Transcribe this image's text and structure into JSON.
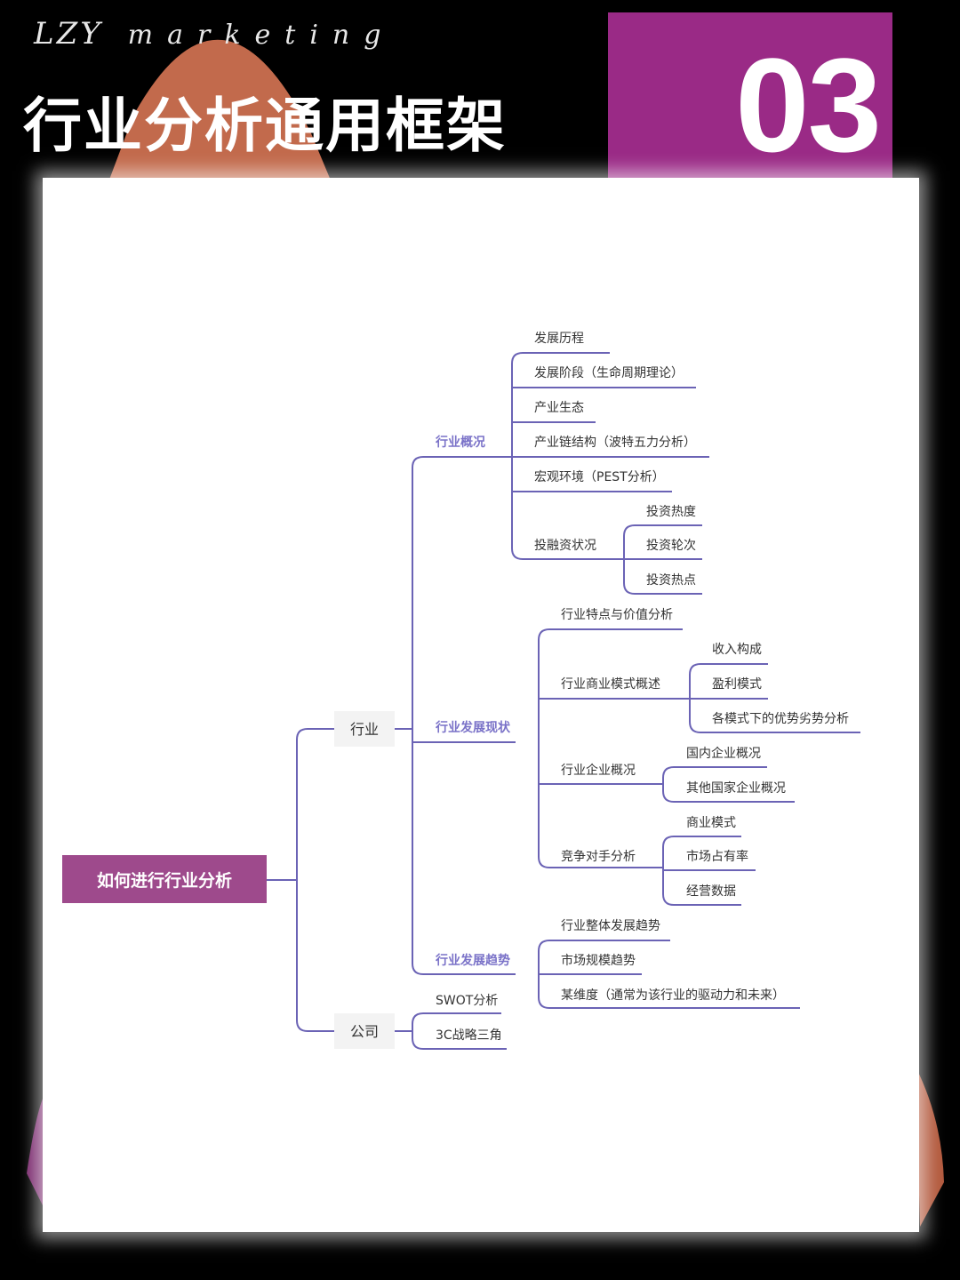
{
  "header": {
    "brand_left": "LZY",
    "brand_right": "marketing",
    "title": "行业分析通用框架",
    "number": "03"
  },
  "colors": {
    "accent": "#9a2a86",
    "root_box": "#9e4a8c",
    "line": "#6b63b5",
    "branch_label": "#7a72c8"
  },
  "mindmap": {
    "root": "如何进行行业分析",
    "l1_industry": "行业",
    "l1_company": "公司",
    "gaikuang": {
      "label": "行业概况",
      "items": [
        "发展历程",
        "发展阶段（生命周期理论）",
        "产业生态",
        "产业链结构（波特五力分析）",
        "宏观环境（PEST分析）"
      ],
      "finance": {
        "label": "投融资状况",
        "items": [
          "投资热度",
          "投资轮次",
          "投资热点"
        ]
      }
    },
    "xianzhuang": {
      "label": "行业发展现状",
      "tedian": "行业特点与价值分析",
      "moshi": {
        "label": "行业商业模式概述",
        "items": [
          "收入构成",
          "盈利模式",
          "各模式下的优势劣势分析"
        ]
      },
      "qiye": {
        "label": "行业企业概况",
        "items": [
          "国内企业概况",
          "其他国家企业概况"
        ]
      },
      "jingzheng": {
        "label": "竞争对手分析",
        "items": [
          "商业模式",
          "市场占有率",
          "经营数据"
        ]
      }
    },
    "qushi": {
      "label": "行业发展趋势",
      "items": [
        "行业整体发展趋势",
        "市场规模趋势",
        "某维度（通常为该行业的驱动力和未来）"
      ]
    },
    "company_items": [
      "SWOT分析",
      "3C战略三角"
    ]
  }
}
